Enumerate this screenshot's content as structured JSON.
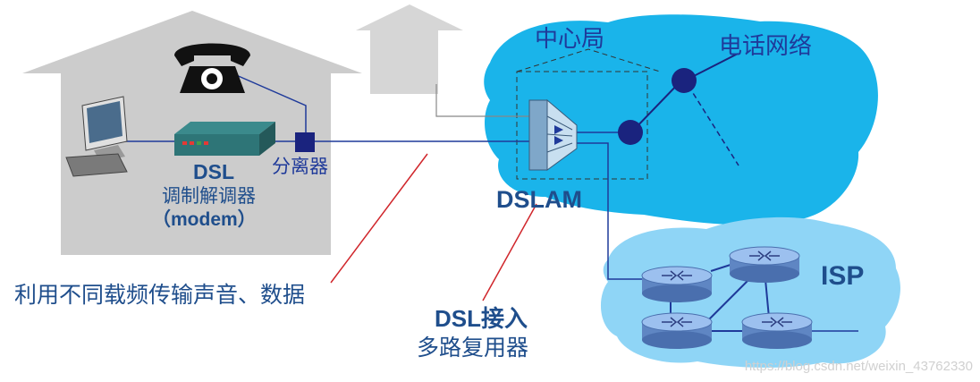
{
  "labels": {
    "central_office": "中心局",
    "telephone_network": "电话网络",
    "splitter": "分离器",
    "dsl_modem_line1": "DSL",
    "dsl_modem_line2": "调制解调器",
    "dsl_modem_line3": "（modem）",
    "dslam": "DSLAM",
    "isp": "ISP",
    "frequency_note": "利用不同载频传输声音、数据",
    "dsl_mux_line1": "DSL接入",
    "dsl_mux_line2": "多路复用器",
    "watermark": "https://blog.csdn.net/weixin_43762330"
  },
  "colors": {
    "house": "#c8c8c8",
    "house_light": "#d8d8d8",
    "cloud_blue": "#1ab4ea",
    "cloud_isp": "#8fd5f6",
    "line_blue": "#1f3a9a",
    "node_navy": "#1a237e",
    "label_navy": "#1f4e8c",
    "callout_red": "#d0262b",
    "text_dark": "#222222"
  },
  "icons": [
    "telephone-icon",
    "computer-icon",
    "dsl-modem-icon",
    "splitter-icon",
    "dslam-icon",
    "router-icon"
  ]
}
